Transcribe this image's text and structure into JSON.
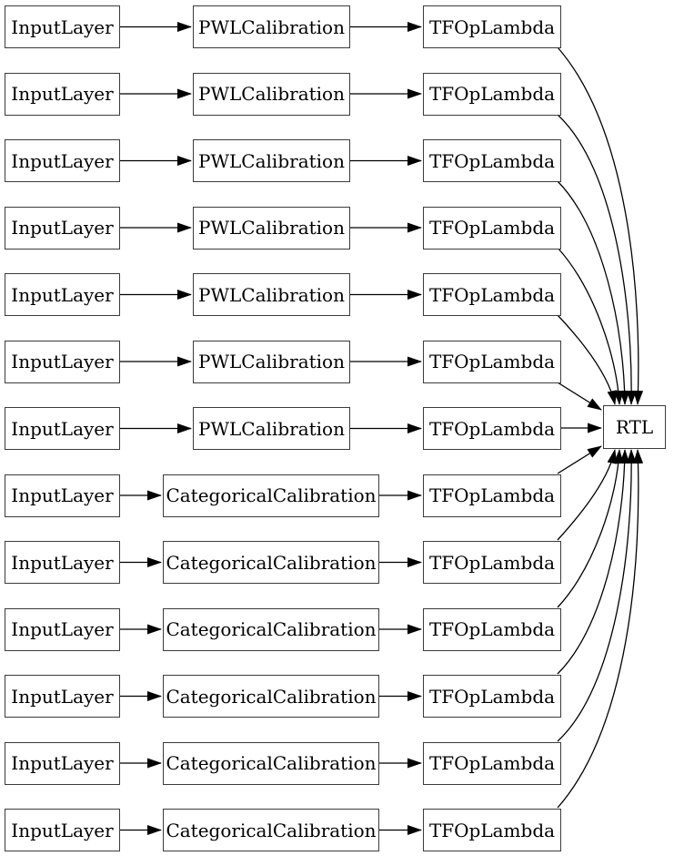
{
  "diagram": {
    "colors": {
      "background": "#ffffff",
      "edge": "#000000",
      "node_border": "#3b3b3b",
      "node_fill": "#ffffff",
      "text": "#000000"
    },
    "output_node": {
      "label": "RTL"
    },
    "rows": [
      {
        "input": "InputLayer",
        "calibration": "PWLCalibration",
        "op": "TFOpLambda"
      },
      {
        "input": "InputLayer",
        "calibration": "PWLCalibration",
        "op": "TFOpLambda"
      },
      {
        "input": "InputLayer",
        "calibration": "PWLCalibration",
        "op": "TFOpLambda"
      },
      {
        "input": "InputLayer",
        "calibration": "PWLCalibration",
        "op": "TFOpLambda"
      },
      {
        "input": "InputLayer",
        "calibration": "PWLCalibration",
        "op": "TFOpLambda"
      },
      {
        "input": "InputLayer",
        "calibration": "PWLCalibration",
        "op": "TFOpLambda"
      },
      {
        "input": "InputLayer",
        "calibration": "PWLCalibration",
        "op": "TFOpLambda"
      },
      {
        "input": "InputLayer",
        "calibration": "CategoricalCalibration",
        "op": "TFOpLambda"
      },
      {
        "input": "InputLayer",
        "calibration": "CategoricalCalibration",
        "op": "TFOpLambda"
      },
      {
        "input": "InputLayer",
        "calibration": "CategoricalCalibration",
        "op": "TFOpLambda"
      },
      {
        "input": "InputLayer",
        "calibration": "CategoricalCalibration",
        "op": "TFOpLambda"
      },
      {
        "input": "InputLayer",
        "calibration": "CategoricalCalibration",
        "op": "TFOpLambda"
      },
      {
        "input": "InputLayer",
        "calibration": "CategoricalCalibration",
        "op": "TFOpLambda"
      }
    ],
    "connectivity": {
      "per_row_chain": [
        "input",
        "calibration",
        "op"
      ],
      "all_ops_feed": "output_node"
    }
  }
}
